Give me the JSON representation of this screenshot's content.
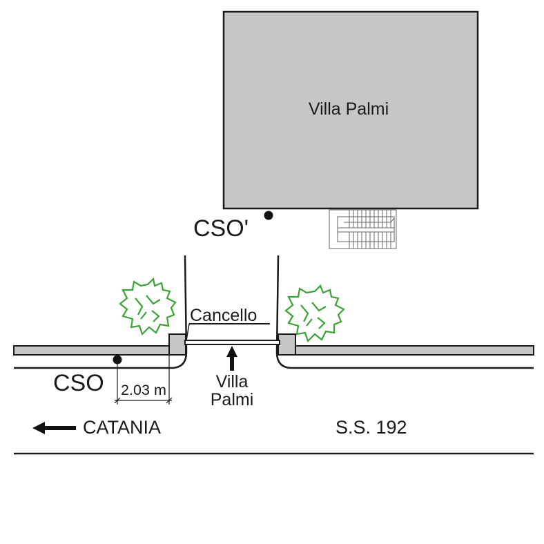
{
  "building": {
    "name": "Villa Palmi"
  },
  "points": {
    "cso_prime": {
      "label": "CSO'"
    },
    "cso": {
      "label": "CSO"
    }
  },
  "gate": {
    "label": "Cancello"
  },
  "entrance": {
    "label_line1": "Villa",
    "label_line2": "Palmi"
  },
  "dimension": {
    "label": "2.03 m"
  },
  "direction": {
    "label": "CATANIA"
  },
  "road": {
    "label": "S.S. 192"
  },
  "colors": {
    "building_fill": "#c6c6c6",
    "wall_fill": "#c6c6c6",
    "line": "#1a1a1a",
    "tree": "#3aa335",
    "stairs": "#666666"
  }
}
